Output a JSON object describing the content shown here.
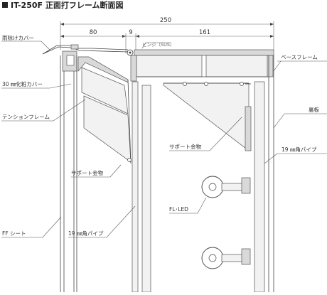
{
  "title": "IT-250F 正面打フレーム断面図",
  "dimensions": {
    "total": "250",
    "left": "80",
    "middle": "9",
    "right": "161"
  },
  "labels": {
    "rain_cover": "雨除けカバー",
    "decor_cover": "30 ㎜化粧カバー",
    "tension_frame": "テンションフレーム",
    "support_left": "サポート金物",
    "ff_sheet": "FF シート",
    "pipe_left": "19 ㎜角パイプ",
    "hinge": "ヒンジ（SUS）",
    "base_frame": "ベースフレーム",
    "back_plate": "裏板",
    "support_right": "サポート金物",
    "pipe_right": "19 ㎜角パイプ",
    "fl_led": "FL･LED"
  },
  "colors": {
    "line": "#444444",
    "fill_gray": "#d9d9d9",
    "fill_light": "#f2f2f2"
  }
}
